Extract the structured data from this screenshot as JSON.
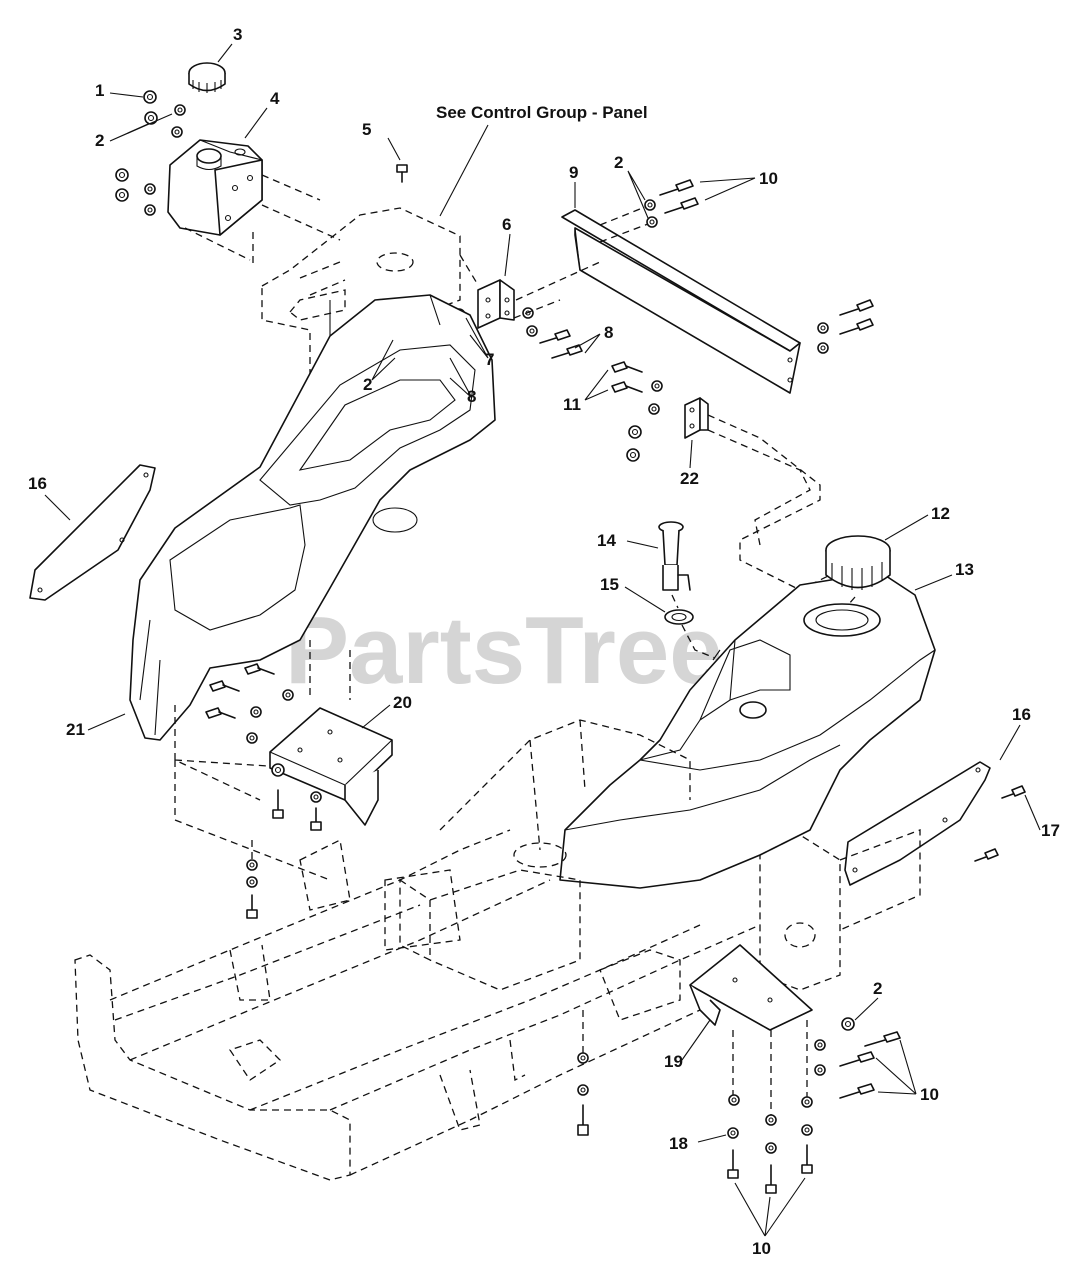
{
  "heading": "See Control Group - Panel",
  "watermark": "PartsTree",
  "callouts": {
    "c1": "1",
    "c2": "2",
    "c3": "3",
    "c4": "4",
    "c5": "5",
    "c6": "6",
    "c7": "7",
    "c8": "8",
    "c9": "9",
    "c10": "10",
    "c11": "11",
    "c12": "12",
    "c13": "13",
    "c14": "14",
    "c15": "15",
    "c16": "16",
    "c17": "17",
    "c18": "18",
    "c19": "19",
    "c20": "20",
    "c21": "21",
    "c22": "22"
  }
}
